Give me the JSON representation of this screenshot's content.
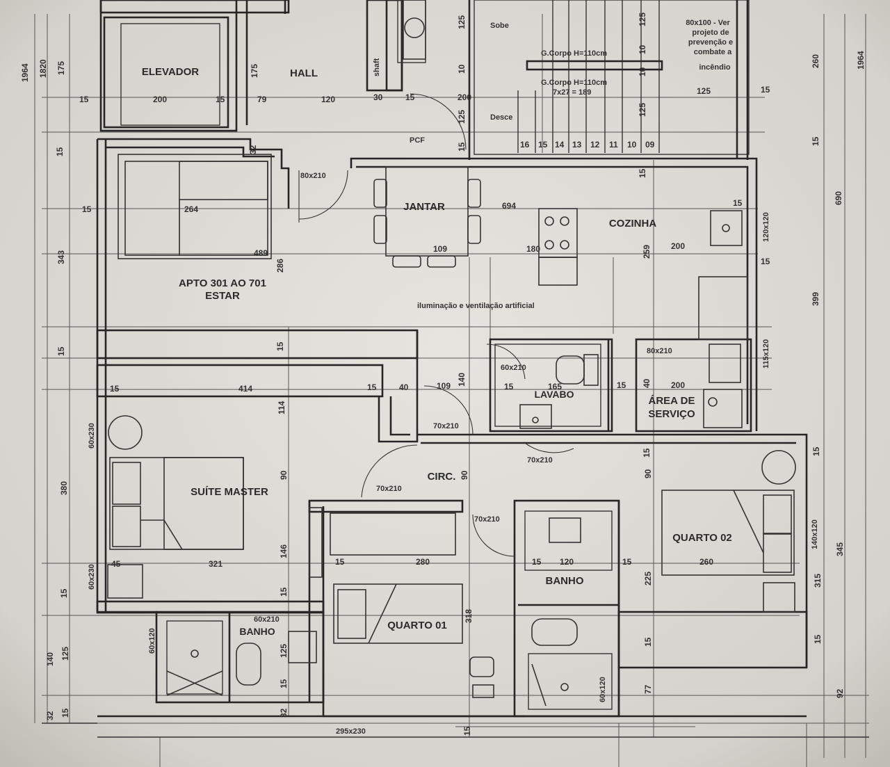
{
  "rooms": {
    "elevador": "ELEVADOR",
    "hall": "HALL",
    "jantar": "JANTAR",
    "cozinha": "COZINHA",
    "apto": "APTO 301 AO 701",
    "estar": "ESTAR",
    "lavabo": "LAVABO",
    "area_servico_1": "ÁREA DE",
    "area_servico_2": "SERVIÇO",
    "circ": "CIRC.",
    "suite_master": "SUÍTE MASTER",
    "quarto_01": "QUARTO 01",
    "quarto_02": "QUARTO 02",
    "banho_1": "BANHO",
    "banho_2": "BANHO"
  },
  "notes": {
    "sobe": "Sobe",
    "desce": "Desce",
    "shaft": "shaft",
    "pcf": "PCF",
    "gcorpo_1": "G.Corpo H=110cm",
    "gcorpo_2": "G.Corpo H=110cm",
    "stair_calc": "7x27 = 189",
    "prev_1": "80x100 - Ver",
    "prev_2": "projeto de",
    "prev_3": "prevenção e",
    "prev_4": "combate a",
    "prev_5": "incêndio",
    "iluminacao": "iluminação e ventilação artificial"
  },
  "openings": {
    "o_80x210_a": "80x210",
    "o_80x210_b": "80x210",
    "o_60x210": "60x210",
    "o_70x210_a": "70x210",
    "o_70x210_b": "70x210",
    "o_70x210_c": "70x210",
    "o_70x210_d": "70x210",
    "o_60x210_b": "60x210",
    "o_120x120": "120x120",
    "o_115x120": "115x120",
    "o_60x230_a": "60x230",
    "o_60x230_b": "60x230",
    "o_140x120": "140x120",
    "o_60x120_a": "60x120",
    "o_60x120_b": "60x120",
    "o_295x230": "295x230"
  },
  "dimensions": {
    "d1964_l": "1964",
    "d1820": "1820",
    "d175_a": "175",
    "d175_b": "175",
    "d15_a": "15",
    "d200_a": "200",
    "d15_b": "15",
    "d79": "79",
    "d120_a": "120",
    "d30": "30",
    "d15_c": "15",
    "d200_b": "200",
    "d125_a": "125",
    "d10": "10",
    "d125_b": "125",
    "d15_d": "15",
    "d10_b": "10",
    "d10_c": "10",
    "d125_c": "125",
    "d125_d": "125",
    "d260": "260",
    "d1964_r": "1964",
    "d15_e": "15",
    "d15_f": "15",
    "st16": "16",
    "st15": "15",
    "st14": "14",
    "st13": "13",
    "st12": "12",
    "st11": "11",
    "st10": "10",
    "st09": "09",
    "d15_g": "15",
    "d32_a": "32",
    "d264": "264",
    "d15_h": "15",
    "d694": "694",
    "d15_i": "15",
    "d690": "690",
    "d343": "343",
    "d489": "489",
    "d286": "286",
    "d109_a": "109",
    "d180": "180",
    "d259": "259",
    "d200_c": "200",
    "d15_j": "15",
    "d399": "399",
    "d15_k": "15",
    "d15_l": "15",
    "d15_m": "15",
    "d414": "414",
    "d15_n": "15",
    "d40_a": "40",
    "d109_b": "109",
    "d140_a": "140",
    "d15_o": "15",
    "d165": "165",
    "d15_p": "15",
    "d40_b": "40",
    "d200_d": "200",
    "d114": "114",
    "d15_q": "15",
    "d15_r": "15",
    "d380": "380",
    "d90_a": "90",
    "d90_b": "90",
    "d90_c": "90",
    "d45": "45",
    "d321": "321",
    "d146": "146",
    "d15_s": "15",
    "d280_a": "280",
    "d15_t": "15",
    "d120_b": "120",
    "d15_u": "15",
    "d260_b": "260",
    "d225": "225",
    "d315": "315",
    "d345": "345",
    "d15_v": "15",
    "d15_w": "15",
    "d318": "318",
    "d140_b": "140",
    "d125_e": "125",
    "d125_f": "125",
    "d15_x": "15",
    "d15_y": "15",
    "d77": "77",
    "d92": "92",
    "d32_b": "32",
    "d15_z": "15",
    "d32_c": "32",
    "d15_aa": "15",
    "d15_ab": "15",
    "d15_ac": "15"
  }
}
